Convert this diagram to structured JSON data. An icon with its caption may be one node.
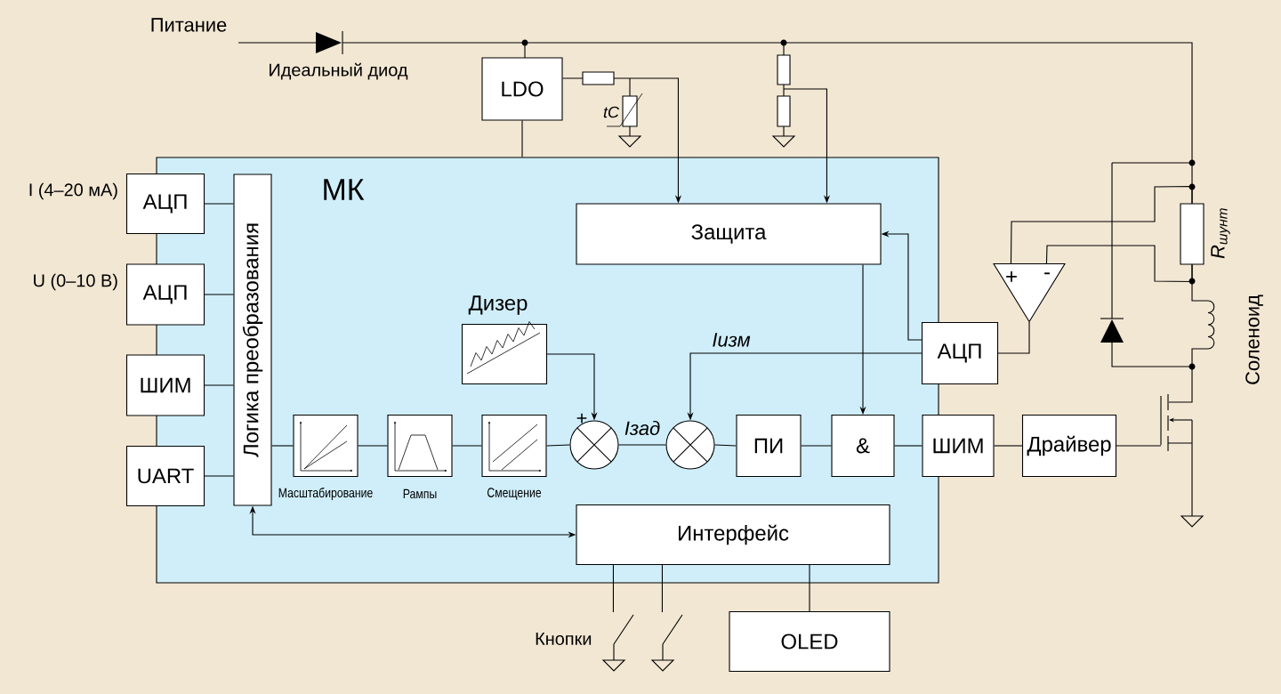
{
  "diagram": {
    "nodes": [
      {
        "text": [
          "МК"
        ]
      },
      {
        "text": [
          "АЦП"
        ],
        "beside": [
          "I (4–20 мА)"
        ]
      },
      {
        "text": [
          "АЦП"
        ],
        "beside": [
          "U (0–10 В)"
        ]
      },
      {
        "text": [
          "ШИМ"
        ]
      },
      {
        "text": [
          "UART"
        ]
      },
      {
        "text": [
          "Логика преобразования"
        ],
        "in": 0
      },
      {
        "text": [],
        "shape": "box",
        "beside": [
          "Масштабирование"
        ],
        "in": 0
      },
      {
        "text": [],
        "shape": "box",
        "beside": [
          "Рампы"
        ],
        "in": 0
      },
      {
        "text": [],
        "shape": "box",
        "beside": [
          "Смещение"
        ],
        "in": 0
      },
      {
        "text": [],
        "shape": "circle",
        "beside": [
          "+"
        ],
        "in": 0
      },
      {
        "text": [],
        "shape": "circle",
        "in": 0
      },
      {
        "text": [
          "Дизер"
        ],
        "in": 0
      },
      {
        "text": [
          "ПИ"
        ],
        "in": 0
      },
      {
        "text": [
          "&"
        ],
        "in": 0
      },
      {
        "text": [
          "ШИМ"
        ]
      },
      {
        "text": [
          "АЦП"
        ]
      },
      {
        "text": [
          "Защита"
        ],
        "in": 0
      },
      {
        "text": [
          "Интерфейс"
        ],
        "in": 0
      },
      {
        "text": [
          "LDO"
        ]
      },
      {
        "text": [
          "Драйвер"
        ]
      },
      {
        "text": [
          "OLED"
        ]
      },
      {
        "text": [
          "+",
          "-"
        ]
      },
      {
        "text": [
          "R$_{шунт}$"
        ]
      }
    ],
    "edges": [
      {
        "from": 1,
        "to": 5,
        "arrow": "none"
      },
      {
        "from": 2,
        "to": 5,
        "arrow": "none"
      },
      {
        "from": 3,
        "to": 5,
        "arrow": "none"
      },
      {
        "from": 4,
        "to": 5,
        "arrow": "none"
      },
      {
        "from": 5,
        "to": 6,
        "arrow": "none"
      },
      {
        "from": 6,
        "to": 7,
        "arrow": "none"
      },
      {
        "from": 7,
        "to": 8,
        "arrow": "none"
      },
      {
        "from": 8,
        "to": 9,
        "arrow": "none"
      },
      {
        "from": 11,
        "to": 9,
        "arrow": "to"
      },
      {
        "from": 9,
        "to": 10,
        "arrow": "none",
        "label": "Iзад"
      },
      {
        "from": 15,
        "to": 10,
        "arrow": "to",
        "label": "Iизм"
      },
      {
        "from": 10,
        "to": 12,
        "arrow": "none"
      },
      {
        "from": 12,
        "to": 13,
        "arrow": "none"
      },
      {
        "from": 16,
        "to": 13,
        "arrow": "to"
      },
      {
        "from": 13,
        "to": 14,
        "arrow": "none"
      },
      {
        "from": 14,
        "to": 19,
        "arrow": "none"
      },
      {
        "from": 15,
        "to": 16,
        "arrow": "to"
      },
      {
        "from": 17,
        "to": 5,
        "arrow": "both"
      },
      {
        "from": 21,
        "to": 15,
        "arrow": "none"
      },
      {
        "from": 18,
        "to": 0,
        "arrow": "none"
      },
      {
        "from": 18,
        "to": 16,
        "arrow": "to"
      },
      {
        "from": null,
        "to": 16,
        "arrow": "to"
      },
      {
        "from": 17,
        "to": 20,
        "arrow": "none"
      },
      {
        "from": 17,
        "to": null,
        "arrow": "none"
      },
      {
        "from": 17,
        "to": null,
        "arrow": "none"
      },
      {
        "from": 19,
        "to": null,
        "arrow": "none"
      },
      {
        "from": 22,
        "to": 21,
        "arrow": "none"
      },
      {
        "from": 22,
        "to": 21,
        "arrow": "none"
      }
    ],
    "labels": [
      "Питание",
      "Идеальный диод",
      "tC",
      "Соленоид",
      "Кнопки"
    ]
  }
}
